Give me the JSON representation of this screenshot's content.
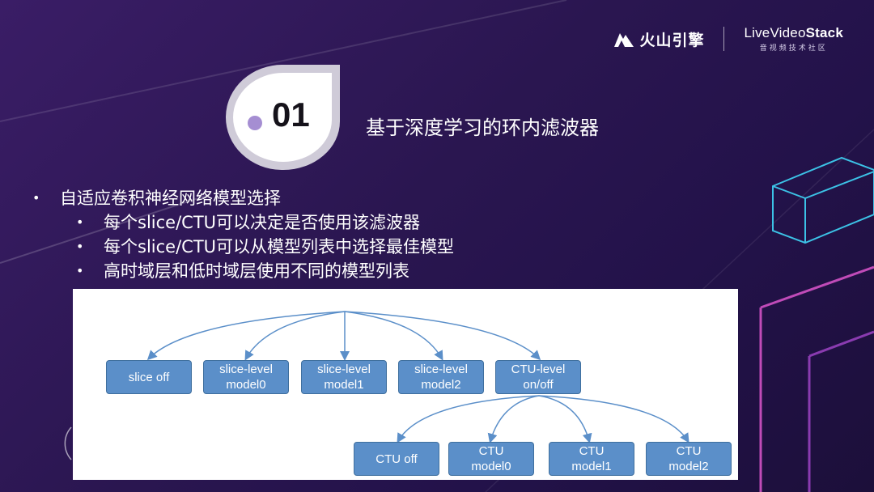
{
  "logos": {
    "volcengine": "火山引擎",
    "livevideostack_main_a": "LiveVideo",
    "livevideostack_main_b": "Stack",
    "livevideostack_sub": "音视频技术社区"
  },
  "section": {
    "number": "01",
    "title": "基于深度学习的环内滤波器"
  },
  "bullets": {
    "main": "自适应卷积神经网络模型选择",
    "sub": [
      "每个slice/CTU可以决定是否使用该滤波器",
      "每个slice/CTU可以从模型列表中选择最佳模型",
      "高时域层和低时域层使用不同的模型列表"
    ]
  },
  "diagram": {
    "top_level": [
      [
        "slice off"
      ],
      [
        "slice-level",
        "model0"
      ],
      [
        "slice-level",
        "model1"
      ],
      [
        "slice-level",
        "model2"
      ],
      [
        "CTU-level",
        "on/off"
      ]
    ],
    "ctu_level": [
      [
        "CTU off"
      ],
      [
        "CTU",
        "model0"
      ],
      [
        "CTU",
        "model1"
      ],
      [
        "CTU",
        "model2"
      ]
    ]
  },
  "colors": {
    "node_fill": "#5b8fc9",
    "node_border": "#3f6f9e",
    "edge": "#5b8fc9",
    "badge_dot": "#a58ed2"
  }
}
